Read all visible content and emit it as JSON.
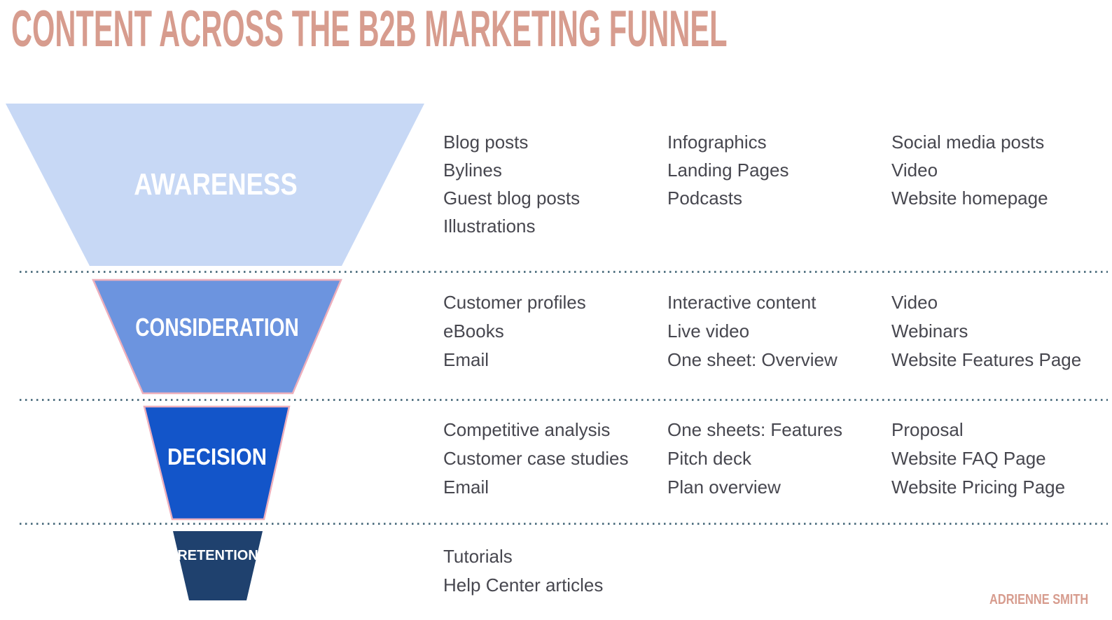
{
  "title": "CONTENT ACROSS THE B2B MARKETING FUNNEL",
  "credit": "ADRIENNE SMITH",
  "colors": {
    "accent": "#D79C8E",
    "text": "#47474F",
    "dots": "#567585",
    "border": "#EDAFBC",
    "awareness": "#C7D8F5",
    "consideration": "#6C94DF",
    "decision": "#1355C9",
    "retention": "#1F416E"
  },
  "stages": [
    {
      "label": "AWARENESS",
      "columns": [
        [
          "Blog posts",
          "Bylines",
          "Guest blog posts",
          "Illustrations"
        ],
        [
          "Infographics",
          "Landing Pages",
          "Podcasts"
        ],
        [
          "Social media posts",
          "Video",
          "Website homepage"
        ]
      ]
    },
    {
      "label": "CONSIDERATION",
      "columns": [
        [
          "Customer profiles",
          "eBooks",
          "Email"
        ],
        [
          "Interactive content",
          "Live video",
          "One sheet: Overview"
        ],
        [
          "Video",
          "Webinars",
          "Website Features Page"
        ]
      ]
    },
    {
      "label": "DECISION",
      "columns": [
        [
          "Competitive analysis",
          "Customer case studies",
          "Email"
        ],
        [
          "One sheets: Features",
          "Pitch deck",
          "Plan overview"
        ],
        [
          "Proposal",
          "Website FAQ Page",
          "Website Pricing Page"
        ]
      ]
    },
    {
      "label": "RETENTION",
      "columns": [
        [
          "Tutorials",
          "Help Center articles"
        ],
        [],
        []
      ]
    }
  ]
}
